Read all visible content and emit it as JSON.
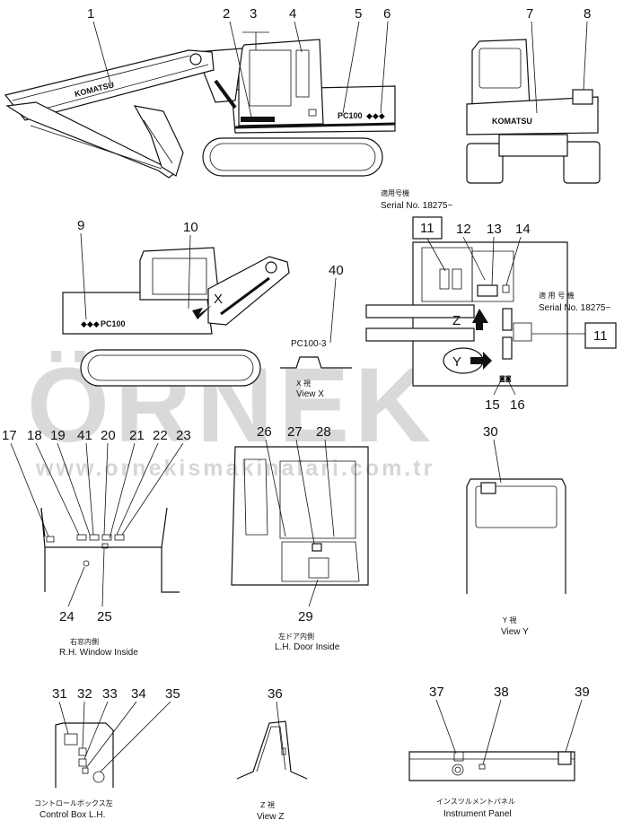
{
  "watermark": {
    "brand": "ÖRNEK",
    "url": "www.ornekismakinalari.com.tr"
  },
  "decals": {
    "boom_brand": "KOMATSU",
    "rear_brand": "KOMATSU",
    "side_model": "PC100",
    "model_mark": "PC100-3"
  },
  "callouts": {
    "n1": "1",
    "n2": "2",
    "n3": "3",
    "n4": "4",
    "n5": "5",
    "n6": "6",
    "n7": "7",
    "n8": "8",
    "n9": "9",
    "n10": "10",
    "n11a": "11",
    "n11b": "11",
    "n12": "12",
    "n13": "13",
    "n14": "14",
    "n15": "15",
    "n16": "16",
    "n17": "17",
    "n18": "18",
    "n19": "19",
    "n41": "41",
    "n20": "20",
    "n21": "21",
    "n22": "22",
    "n23": "23",
    "n24": "24",
    "n25": "25",
    "n26": "26",
    "n27": "27",
    "n28": "28",
    "n29": "29",
    "n30": "30",
    "n31": "31",
    "n32": "32",
    "n33": "33",
    "n34": "34",
    "n35": "35",
    "n36": "36",
    "n37": "37",
    "n38": "38",
    "n39": "39",
    "n40": "40"
  },
  "view_letters": {
    "x": "X",
    "y": "Y",
    "z": "Z"
  },
  "serial_notes": {
    "top_jp": "適用号機",
    "top_en": "Serial No. 18275~",
    "right_jp": "適 用 号 機",
    "right_en": "Serial No. 18275~"
  },
  "captions": {
    "view_x_jp": "X 視",
    "view_x_en": "View X",
    "rh_window_jp": "右窓内側",
    "rh_window_en": "R.H. Window Inside",
    "lh_door_jp": "左ドア内側",
    "lh_door_en": "L.H. Door Inside",
    "view_y_jp": "Y 視",
    "view_y_en": "View Y",
    "control_box_jp": "コントロールボックス左",
    "control_box_en": "Control Box L.H.",
    "view_z_jp": "Z 視",
    "view_z_en": "View Z",
    "instrument_jp": "インスツルメントパネル",
    "instrument_en": "Instrument Panel"
  }
}
